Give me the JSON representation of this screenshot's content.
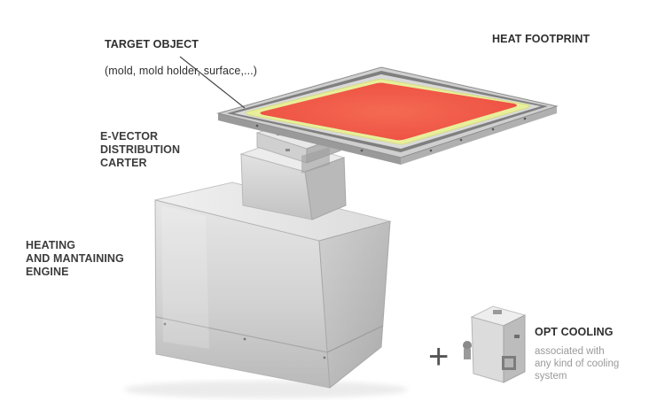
{
  "labels": {
    "target_object": {
      "title": "TARGET OBJECT",
      "subtitle": "(mold, mold holder, surface,...)"
    },
    "heat_footprint": "HEAT FOOTPRINT",
    "e_vector": "E-VECTOR\nDISTRIBUTION\nCARTER",
    "heating_engine": "HEATING\nAND MANTAINING\nENGINE",
    "plus_sign": "+",
    "opt_cooling": {
      "title": "OPT COOLING",
      "description": "associated with\nany kind of cooling\nsystem"
    }
  },
  "colors": {
    "heat_core": "#f25a4a",
    "heat_halo": "#e8ef9a",
    "plate": "#cfcfcf",
    "metal_light": "#e4e4e4",
    "metal_mid": "#c9c9c9",
    "metal_dark": "#a9a9a9"
  }
}
